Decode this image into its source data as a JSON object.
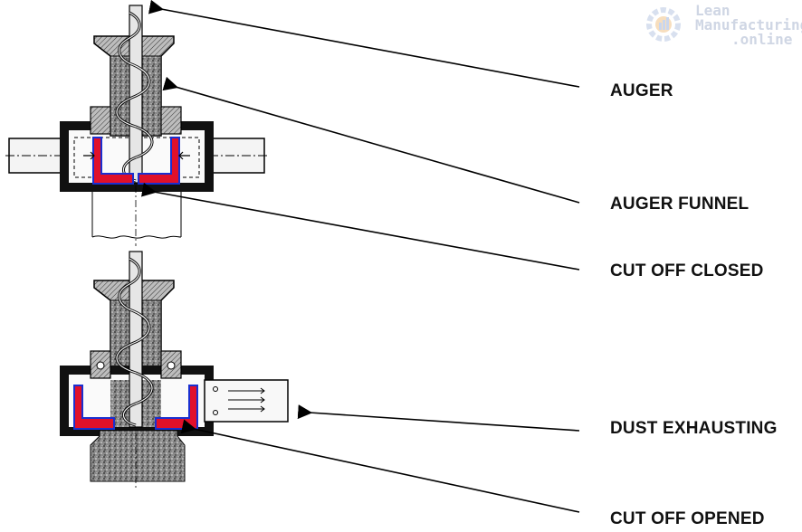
{
  "labels": {
    "auger": "AUGER",
    "auger_funnel": "AUGER FUNNEL",
    "cut_off_closed": "CUT OFF CLOSED",
    "dust_exhausting": "DUST EXHAUSTING",
    "cut_off_opened": "CUT OFF OPENED"
  },
  "watermark": {
    "line1": "Lean",
    "line2": "Manufacturing",
    "line3": ".online"
  },
  "colors": {
    "seal": "#e0102a",
    "seal_outline": "#1a2fd0",
    "ink": "#111111",
    "watermark": "#cfd6e4"
  }
}
